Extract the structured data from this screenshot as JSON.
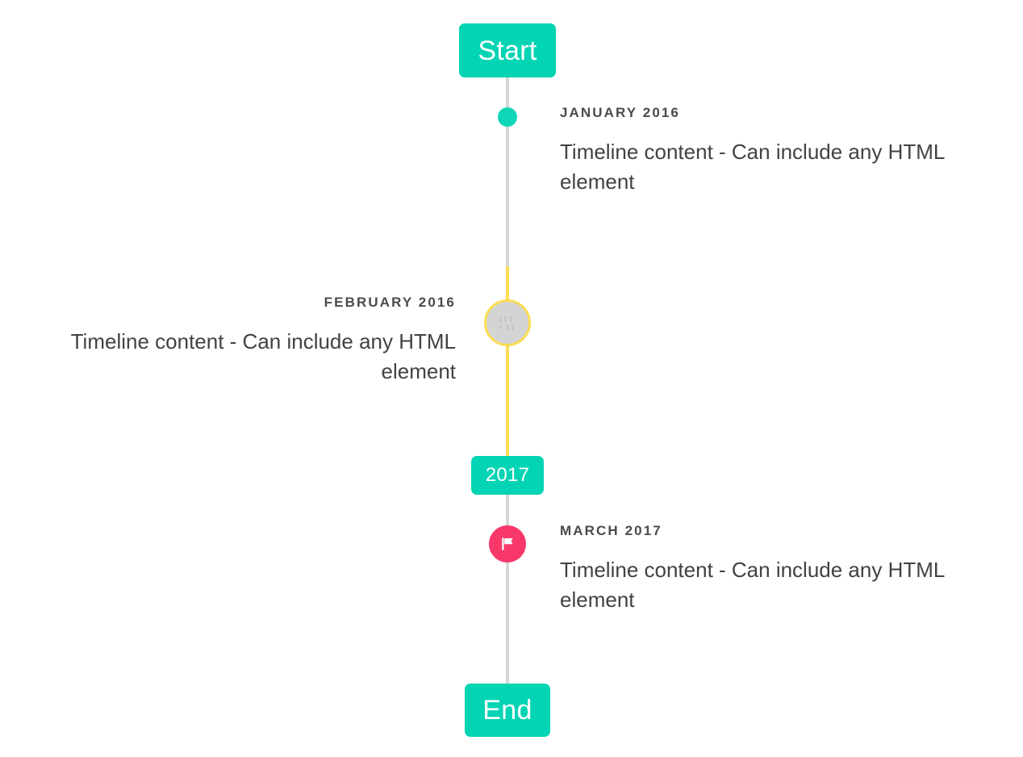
{
  "colors": {
    "accent_teal": "#03d4b4",
    "marker_teal": "#0fd6b6",
    "rail_gray": "#d6d6d6",
    "rail_yellow": "#fddd55",
    "marker_pink": "#f8386a",
    "marker_gray_fill": "#d4d4d4",
    "date_text": "#4a4a4a",
    "body_text": "#424242",
    "badge_text": "#ffffff",
    "page_background": "#ffffff"
  },
  "timeline": {
    "start_badge": {
      "label": "Start"
    },
    "middle_badge": {
      "label": "2017"
    },
    "end_badge": {
      "label": "End"
    },
    "entries": [
      {
        "date": "JANUARY 2016",
        "body": "Timeline content - Can include any HTML element",
        "side": "right",
        "marker": "dot-icon"
      },
      {
        "date": "FEBRUARY 2016",
        "body": "Timeline content - Can include any HTML element",
        "side": "left",
        "marker": "broken-image-icon"
      },
      {
        "date": "MARCH 2017",
        "body": "Timeline content - Can include any HTML element",
        "side": "right",
        "marker": "flag-icon"
      }
    ]
  }
}
